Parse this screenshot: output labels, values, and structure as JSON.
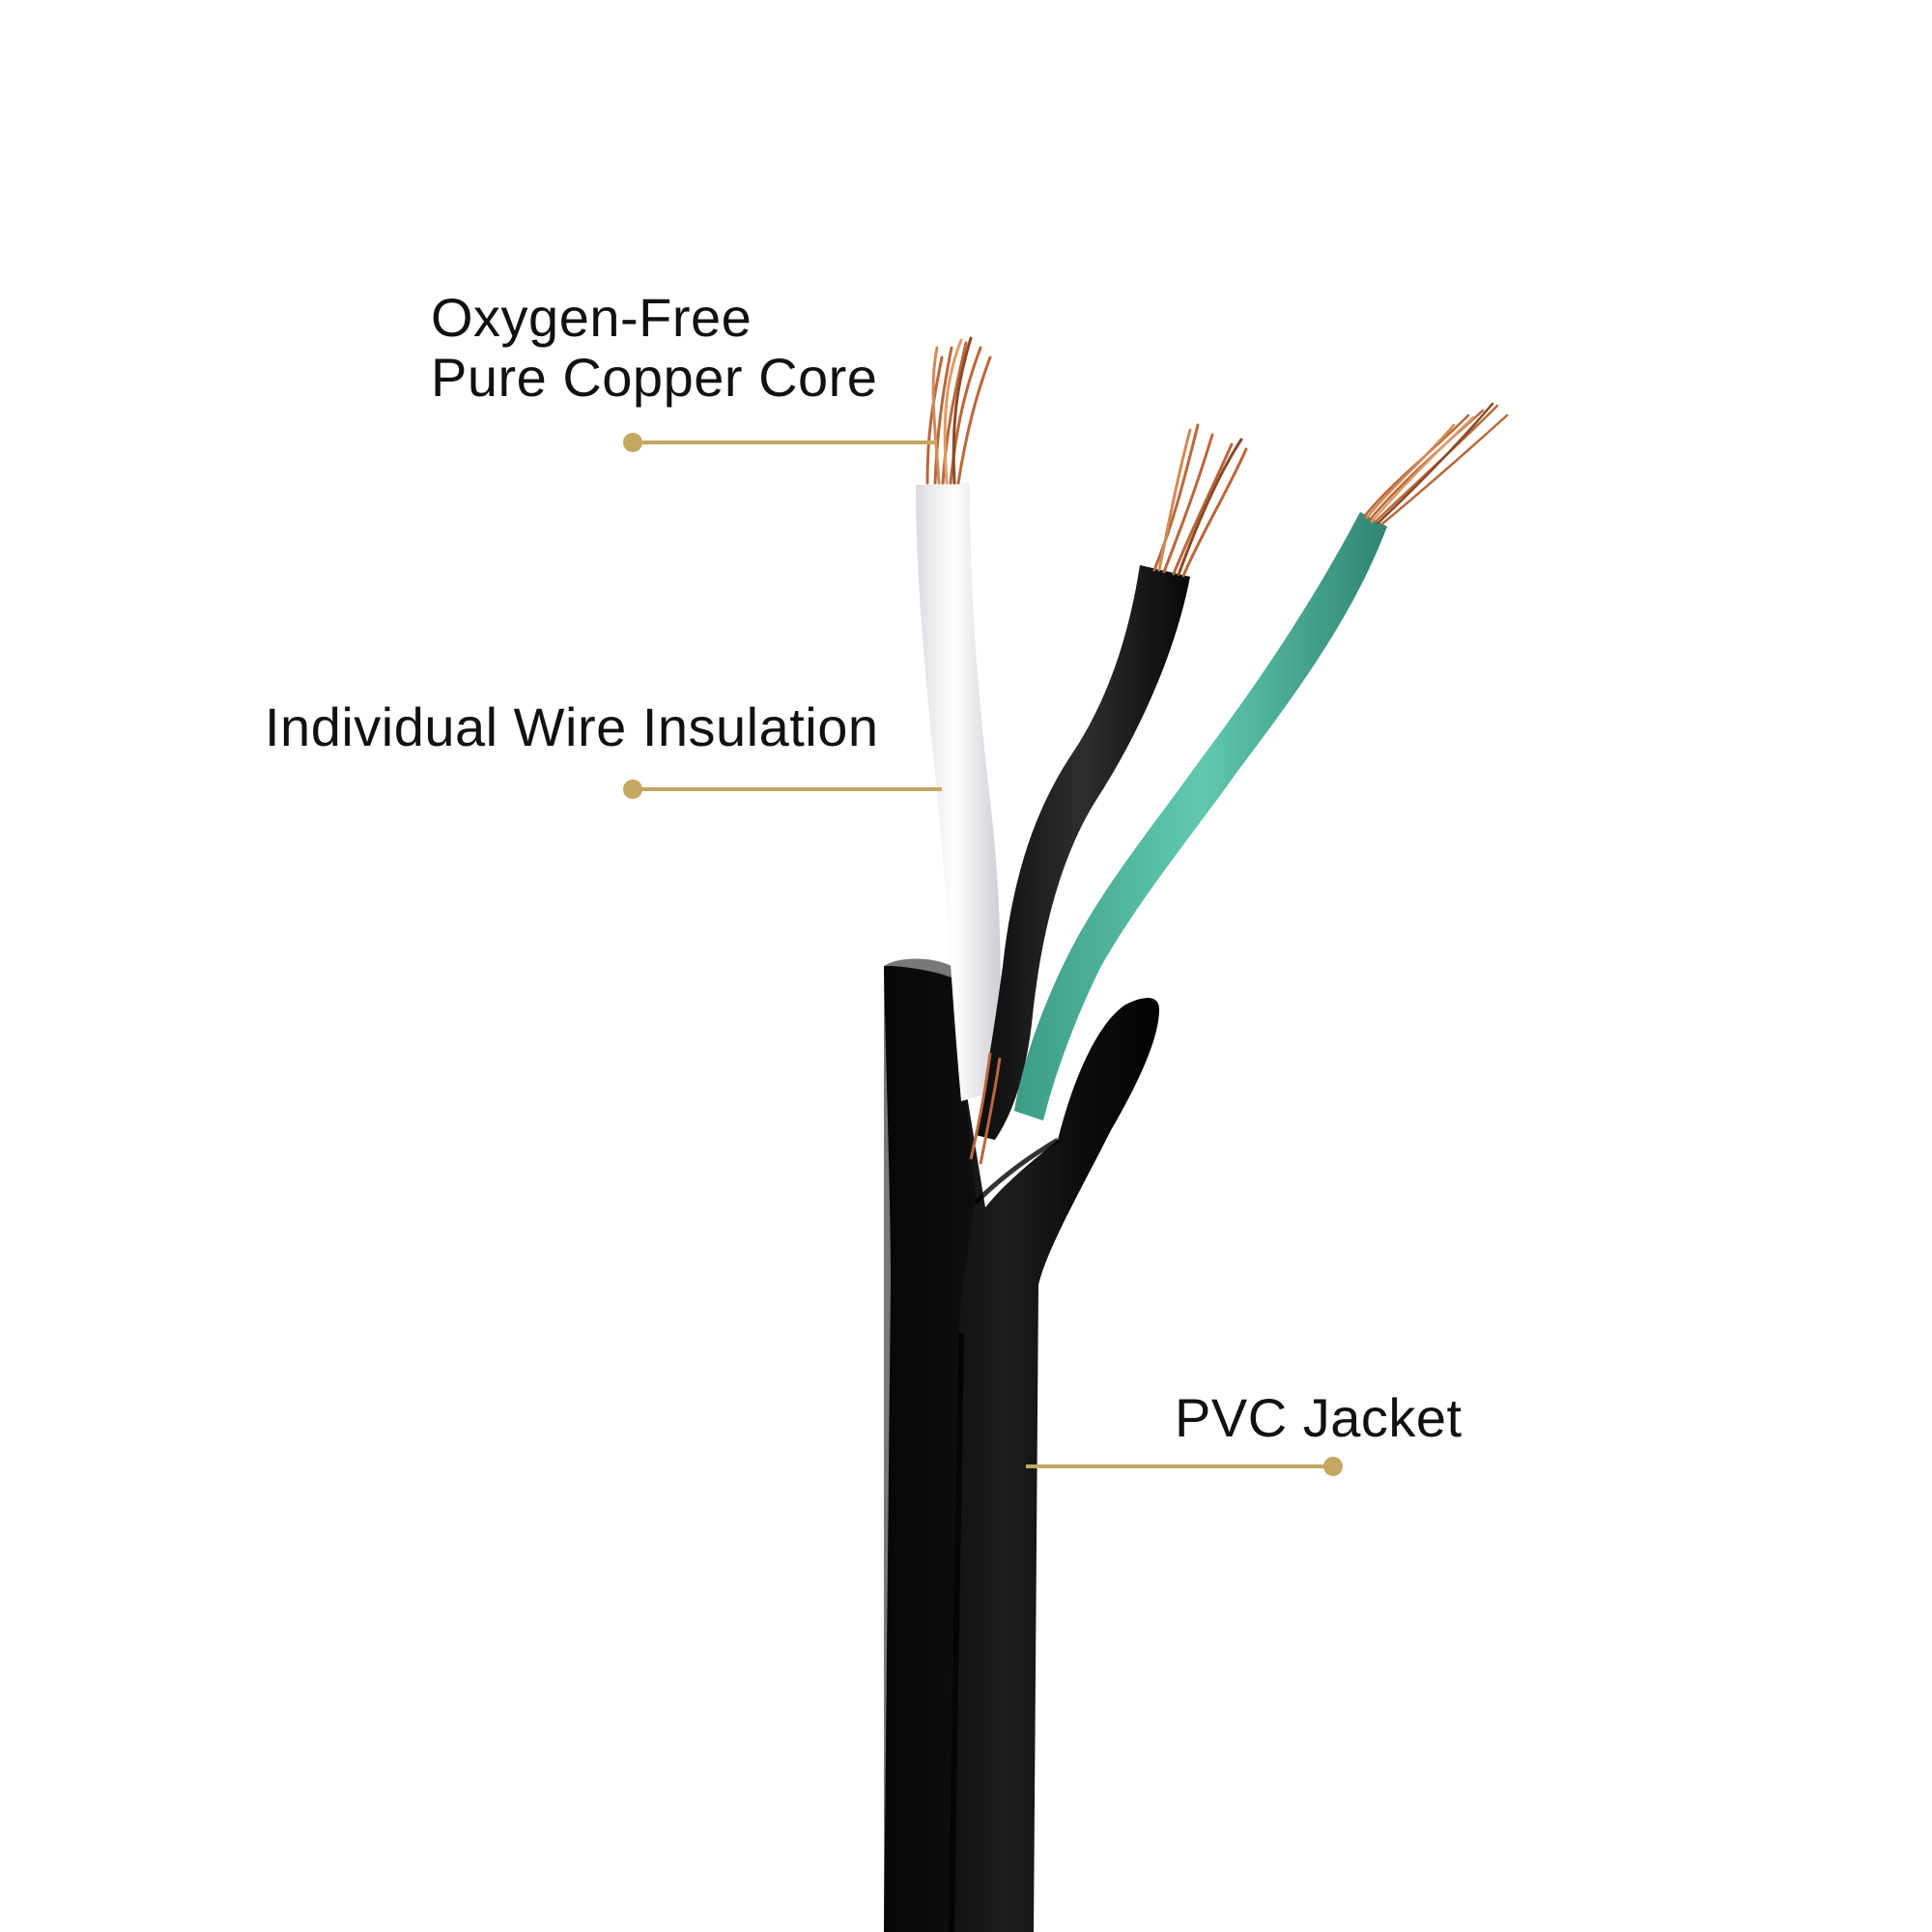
{
  "colors": {
    "background": "#ffffff",
    "callout": "#c4a862",
    "jacket": "#121212",
    "white_wire": "#f2f1f4",
    "black_wire": "#1a1a1a",
    "green_wire": "#4cb79f",
    "copper": "#b8683c",
    "label_text": "#111111"
  },
  "labels": {
    "core_line1": "Oxygen-Free",
    "core_line2": "Pure Copper Core",
    "insulation": "Individual Wire Insulation",
    "jacket": "PVC Jacket"
  },
  "icons": {
    "callout_dot": "filled-circle"
  }
}
